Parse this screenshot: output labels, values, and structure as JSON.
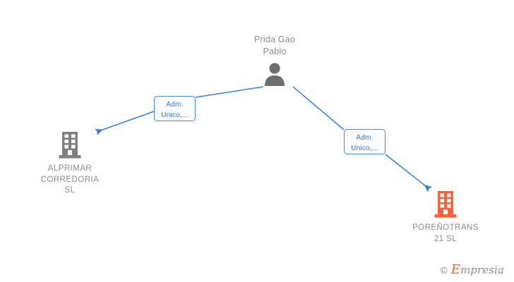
{
  "diagram": {
    "type": "org-relationship-graph",
    "background_color": "#ffffff",
    "person": {
      "name": "Prida Gao\nPablo",
      "icon": "person-icon",
      "icon_color": "#6e6e6e"
    },
    "companies": [
      {
        "name": "ALPRIMAR\nCORREDORIA\nSL",
        "icon": "building-icon",
        "icon_color": "#808080",
        "side": "left"
      },
      {
        "name": "POREÑOTRANS\n21  SL",
        "icon": "building-icon",
        "icon_color": "#f4633a",
        "side": "right"
      }
    ],
    "relations": [
      {
        "label": "Adm.\nUnico,...",
        "from": "Prida Gao Pablo",
        "to": "ALPRIMAR CORREDORIA SL"
      },
      {
        "label": "Adm.\nUnico,...",
        "from": "Prida Gao Pablo",
        "to": "POREÑOTRANS 21 SL"
      }
    ],
    "edge_color": "#3f7fd0",
    "text_color": "#8b8b8b",
    "label_text_color": "#3b72c4"
  },
  "watermark": {
    "copyright": "©",
    "brand_initial": "E",
    "brand_rest": "mpresia",
    "brand_color": "#f2652f",
    "text_color": "#8e8e8e"
  }
}
